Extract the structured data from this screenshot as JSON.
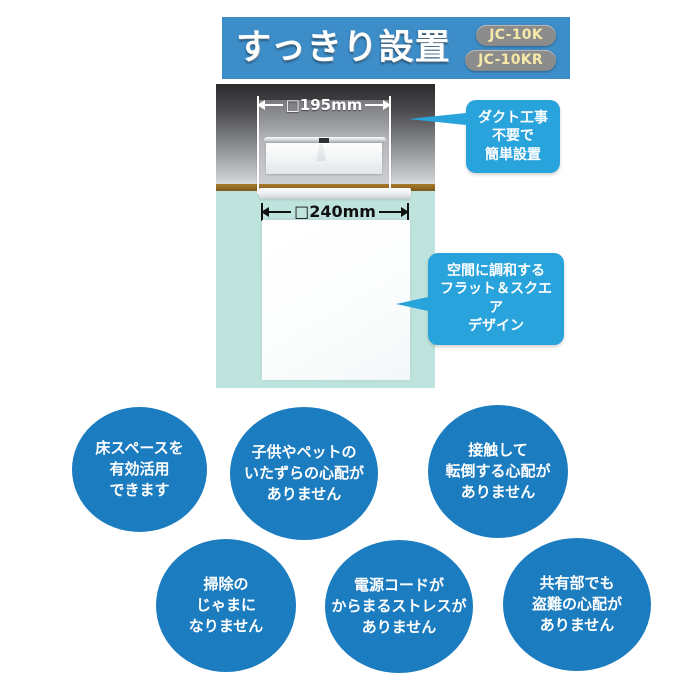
{
  "header": {
    "title": "すっきり設置",
    "badges": [
      "JC-10K",
      "JC-10KR"
    ],
    "band_color": "#3d8dc9",
    "badge_bg": "#8c8c8c",
    "badge_text_color": "#f6e9a8"
  },
  "photo": {
    "dimension_top": "□195mm",
    "dimension_bottom": "□240mm",
    "wall_color": "#bfe3dd",
    "trim_color": "#8e6520"
  },
  "callouts": [
    {
      "id": "duct",
      "lines": "ダクト工事\n不要で\n簡単設置",
      "color": "#29a3dc"
    },
    {
      "id": "design",
      "lines": "空間に調和する\nフラット＆スクエア\nデザイン",
      "color": "#29a3dc"
    }
  ],
  "benefits": [
    {
      "id": "floor",
      "lines": "床スペースを\n有効活用\nできます"
    },
    {
      "id": "pets",
      "lines": "子供やペットの\nいたずらの心配が\nありません"
    },
    {
      "id": "tip",
      "lines": "接触して\n転倒する心配が\nありません"
    },
    {
      "id": "clean",
      "lines": "掃除の\nじゃまに\nなりません"
    },
    {
      "id": "cord",
      "lines": "電源コードが\nからまるストレスが\nありません"
    },
    {
      "id": "theft",
      "lines": "共有部でも\n盗難の心配が\nありません"
    }
  ],
  "colors": {
    "circle_blue": "#1c7cc0",
    "callout_blue": "#29a3dc",
    "header_blue": "#3d8dc9"
  }
}
